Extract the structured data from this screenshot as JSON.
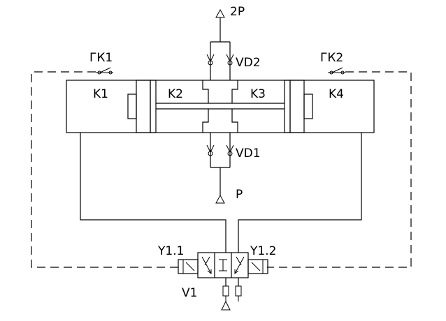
{
  "labels": {
    "supply_2p": "2P",
    "supply_p": "P",
    "valve_vd2": "VD2",
    "valve_vd1": "VD1",
    "chamber_k1": "K1",
    "chamber_k2": "K2",
    "chamber_k3": "K3",
    "chamber_k4": "K4",
    "limit_switch_left": "ГК1",
    "limit_switch_right": "ГК2",
    "solenoid_left": "Y1.1",
    "solenoid_right": "Y1.2",
    "main_valve": "V1"
  }
}
